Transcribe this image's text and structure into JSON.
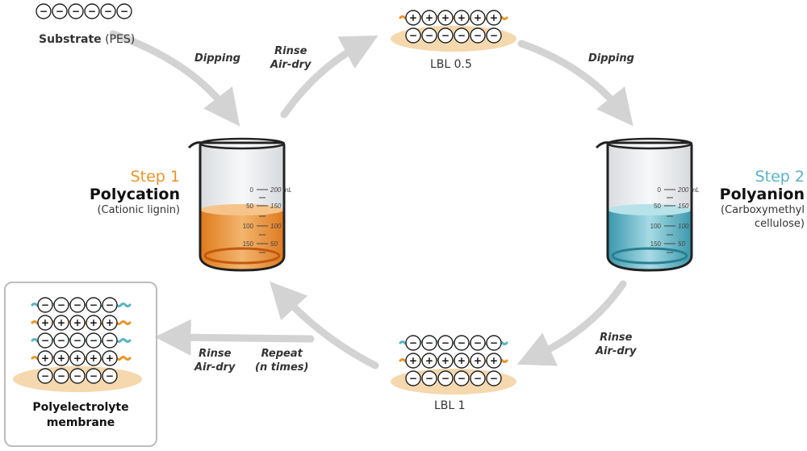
{
  "colors": {
    "polycation": "#e8952a",
    "polyanion": "#5bb3c4",
    "substrate_pad": "#f5d8ad",
    "arrow": "#d3d3d3",
    "box_border": "#bdbdbd"
  },
  "labels": {
    "substrate_bold": "Substrate",
    "substrate_rest": " (PES)",
    "lbl05": "LBL 0.5",
    "lbl1": "LBL 1",
    "membrane_line1": "Polyelectrolyte",
    "membrane_line2": "membrane"
  },
  "process": {
    "dipping": "Dipping",
    "rinse": "Rinse",
    "air_dry": "Air-dry",
    "repeat": "Repeat",
    "n_times": "(n times)"
  },
  "step1": {
    "number": "Step 1",
    "name": "Polycation",
    "sub": "(Cationic lignin)"
  },
  "step2": {
    "number": "Step 2",
    "name": "Polyanion",
    "sub_line1": "(Carboxymethyl",
    "sub_line2": "cellulose)"
  },
  "beaker_scale": {
    "left": [
      "0",
      "50",
      "100",
      "150"
    ],
    "right": [
      "200 mL",
      "150",
      "100",
      "50"
    ]
  },
  "signs": {
    "plus": "+",
    "minus": "−"
  },
  "diagrams": {
    "substrate": [
      "-"
    ],
    "lbl05": [
      "+",
      "-"
    ],
    "lbl1": [
      "-",
      "+",
      "-"
    ],
    "membrane": [
      "-",
      "+",
      "-",
      "+",
      "-"
    ]
  }
}
